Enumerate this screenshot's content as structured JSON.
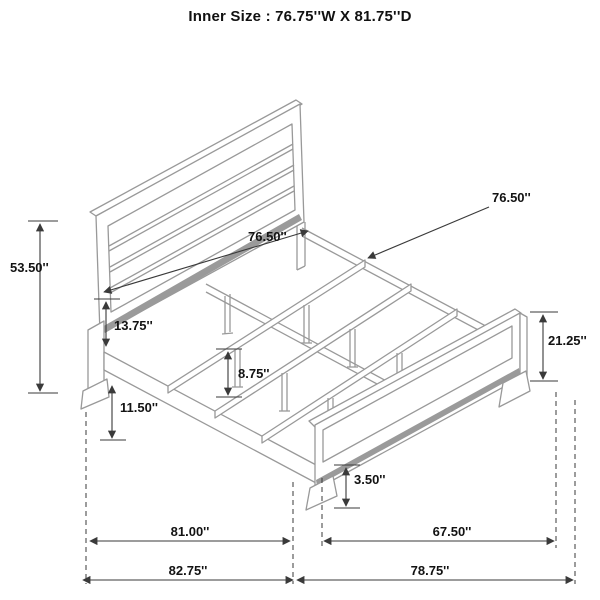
{
  "title": "Inner Size : 76.75''W X 81.75''D",
  "dims": {
    "slat_length": "76.50''",
    "inner_width": "76.50''",
    "headboard_height": "53.50''",
    "side_rail_top": "13.75''",
    "side_rail_bottom": "11.50''",
    "slat_leg": "8.75''",
    "footboard_foot": "3.50''",
    "footboard_height": "21.25''",
    "inner_length": "81.00''",
    "footboard_width": "67.50''",
    "overall_length": "82.75''",
    "overall_width": "78.75''"
  },
  "colors": {
    "background": "#ffffff",
    "bed_line": "#999999",
    "dimension_line": "#3a3a3a",
    "label_text": "#121212"
  }
}
